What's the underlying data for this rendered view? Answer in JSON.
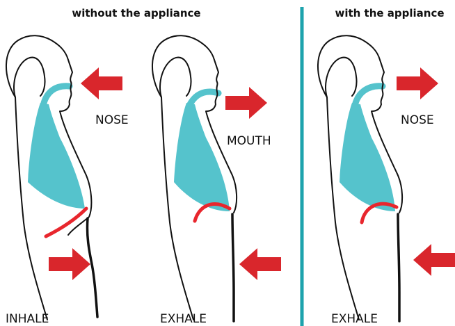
{
  "headings": {
    "without": "without the appliance",
    "with": "with the appliance"
  },
  "labels": {
    "nose_inhale": "NOSE",
    "mouth": "MOUTH",
    "nose_appliance": "NOSE",
    "inhale": "INHALE",
    "exhale_mouth": "EXHALE",
    "exhale_appliance": "EXHALE"
  },
  "colors": {
    "arrow": "#d9262c",
    "airway": "#55c3cc",
    "lungs": "#55c3cc",
    "diaphragm": "#e8262d",
    "divider": "#1ea3ad",
    "outline": "#111111"
  }
}
